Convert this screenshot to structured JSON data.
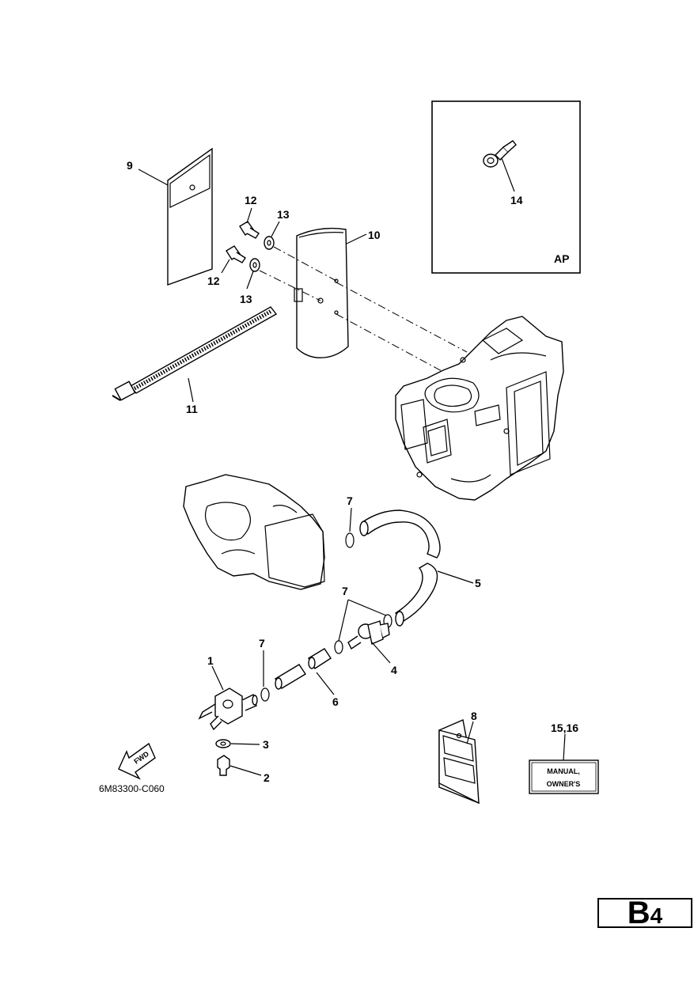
{
  "callouts": {
    "c1": "1",
    "c2": "2",
    "c3": "3",
    "c4": "4",
    "c5": "5",
    "c6": "6",
    "c7a": "7",
    "c7b": "7",
    "c7c": "7",
    "c8": "8",
    "c9": "9",
    "c10": "10",
    "c11": "11",
    "c12a": "12",
    "c12b": "12",
    "c13a": "13",
    "c13b": "13",
    "c14": "14",
    "c15_16": "15,16"
  },
  "inset": {
    "label": "AP"
  },
  "manual": {
    "line1": "MANUAL,",
    "line2": "OWNER'S"
  },
  "fwd_label": "FWD",
  "drawing_code": "6M83300-C060",
  "page_id": {
    "letter": "B",
    "number": "4"
  }
}
